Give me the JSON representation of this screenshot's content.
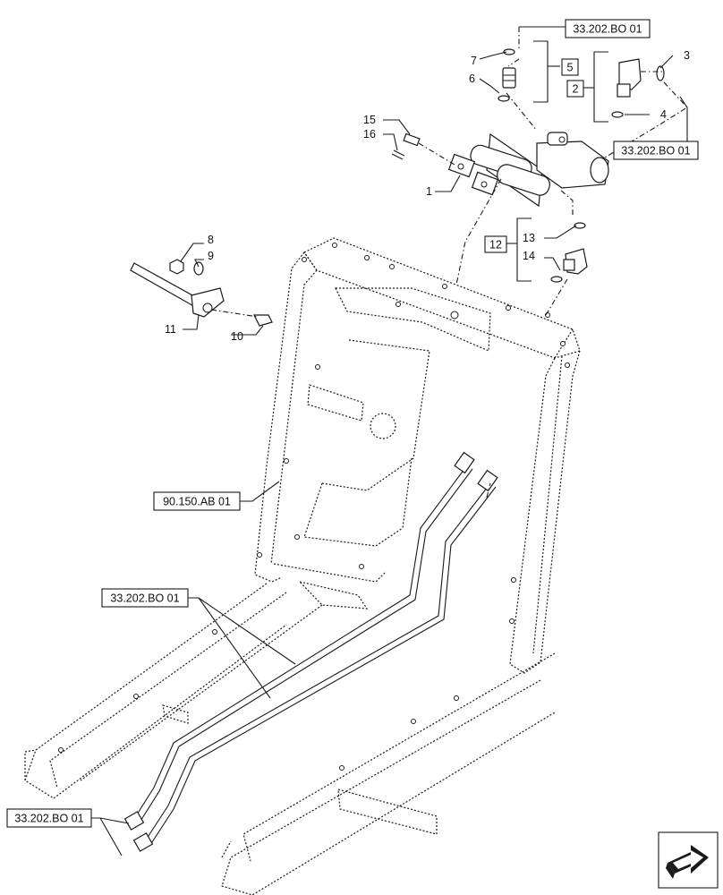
{
  "refs": {
    "r1": "33.202.BO 01",
    "r2": "33.202.BO 01",
    "r3": "90.150.AB 01",
    "r4": "33.202.BO 01",
    "r5": "33.202.BO 01"
  },
  "item_numbers": {
    "n1": "1",
    "n3": "3",
    "n4": "4",
    "n6": "6",
    "n7": "7",
    "n8": "8",
    "n9": "9",
    "n10": "10",
    "n11": "11",
    "n13": "13",
    "n14": "14",
    "n15": "15",
    "n16": "16"
  },
  "kit_boxes": {
    "k5": "5",
    "k2": "2",
    "k12": "12"
  },
  "icons": {
    "nav": "next-page-arrow-icon"
  }
}
